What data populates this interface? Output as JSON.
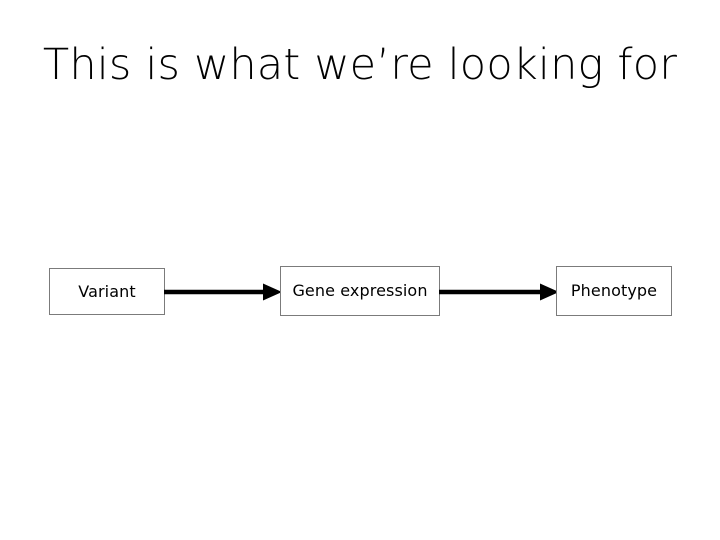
{
  "slide": {
    "background_color": "#ffffff",
    "title": "This is what we’re looking for",
    "title_color": "#010101"
  },
  "diagram": {
    "type": "flowchart",
    "orientation": "left-to-right",
    "box_border_color": "#7b7b7b",
    "box_fill_color": "#ffffff",
    "arrow_color": "#000000",
    "nodes": [
      {
        "id": "variant",
        "label": "Variant"
      },
      {
        "id": "gene-expression",
        "label": "Gene expression"
      },
      {
        "id": "phenotype",
        "label": "Phenotype"
      }
    ],
    "edges": [
      {
        "from": "variant",
        "to": "gene-expression",
        "style": "solid-arrow"
      },
      {
        "from": "gene-expression",
        "to": "phenotype",
        "style": "solid-arrow"
      }
    ]
  }
}
